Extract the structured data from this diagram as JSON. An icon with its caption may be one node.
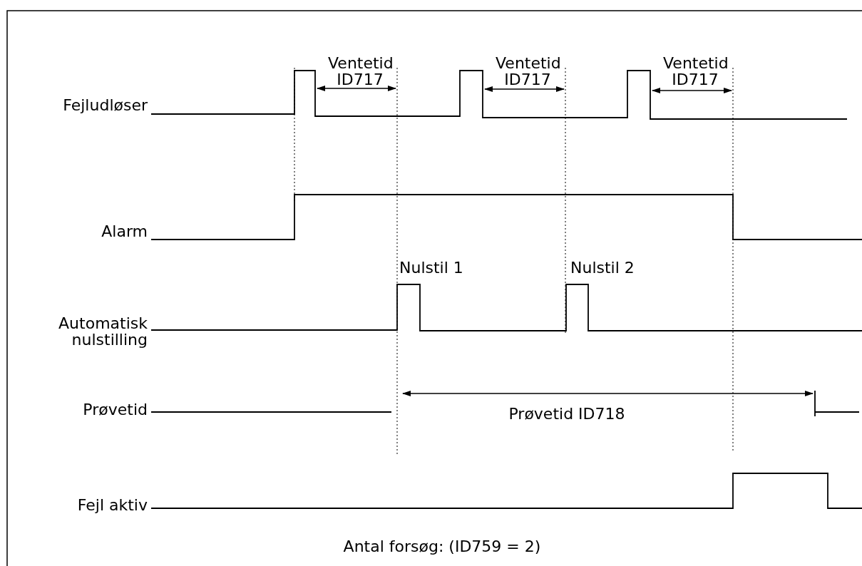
{
  "diagram": {
    "caption": "Antal forsøg: (ID759 = 2)",
    "labels": [
      "Ventetid ID717",
      "Ventetid ID717",
      "Ventetid ID717",
      "Fejludløser",
      "Alarm",
      "Nulstil 1",
      "Nulstil 2",
      "Automatisk nulstilling",
      "Prøvetid",
      "Prøvetid ID718",
      "Fejl aktiv"
    ]
  }
}
